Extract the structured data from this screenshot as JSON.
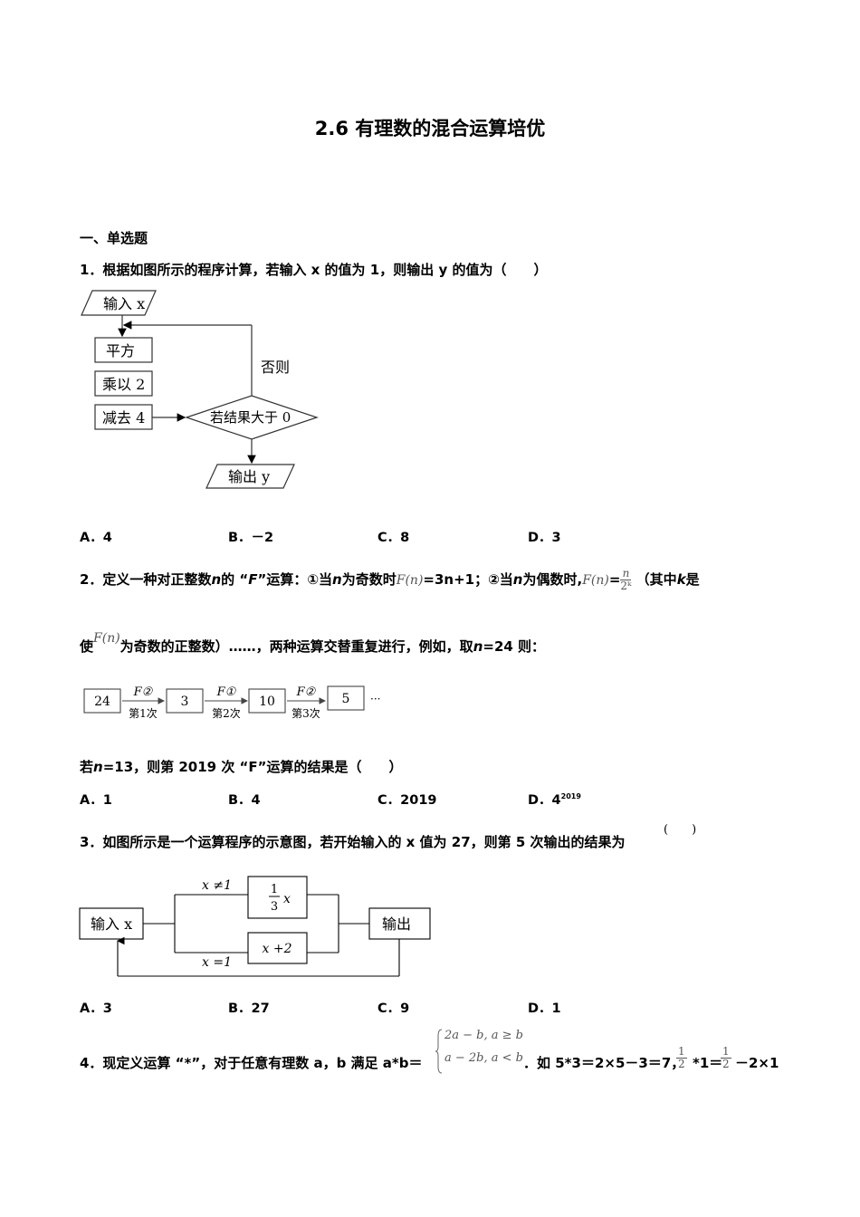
{
  "title": "2.6 有理数的混合运算培优",
  "section": "一、单选题",
  "q1": {
    "stem": "1．根据如图所示的程序计算，若输入 x 的值为 1，则输出 y 的值为（　　）",
    "flow": {
      "input": "输入 x",
      "step1": "平方",
      "step2": "乘以 2",
      "step3": "减去 4",
      "decision": "若结果大于 0",
      "else_label": "否则",
      "output": "输出 y"
    },
    "options": [
      "A．4",
      "B．－2",
      "C．8",
      "D．3"
    ]
  },
  "q2": {
    "line1_a": "2．定义一种对正整数",
    "n": "n",
    "line1_b": "的 “",
    "F": "F",
    "line1_c": "”运算：①当",
    "line1_d": "为奇数时",
    "fn_label": "F(n)",
    "odd_rule": "=3n+1；②当",
    "line1_e": "为偶数时,",
    "eq": "=",
    "frac_num": "n",
    "frac_den": "2ᵏ",
    "line1_f": "（其中",
    "k": "k",
    "line1_g": "是",
    "line2_a": "使",
    "line2_b": "为奇数的正整数）……，两种运算交替重复进行，例如，取",
    "line2_c": "=24 则：",
    "chain": {
      "boxes": [
        "24",
        "3",
        "10",
        "5"
      ],
      "ops": [
        "F②",
        "F①",
        "F②"
      ],
      "steps": [
        "第1次",
        "第2次",
        "第3次"
      ],
      "ellipsis": "···"
    },
    "sub_a": "若",
    "sub_b": "=13，则第 2019 次 “F”运算的结果是（　　）",
    "options": [
      "A．1",
      "B．4",
      "C．2019",
      "D．4"
    ],
    "option_d_sup": "2019"
  },
  "q3": {
    "stem": "3．如图所示是一个运算程序的示意图，若开始输入的 x 值为 27，则第 5 次输出的结果为",
    "paren": "(　　)",
    "flow": {
      "input": "输入 x",
      "cond_top": "x ≠1",
      "cond_bottom": "x =1",
      "op_top_num": "1",
      "op_top_den": "3",
      "op_top_var": "x",
      "op_bottom": "x +2",
      "output": "输出"
    },
    "options": [
      "A．3",
      "B．27",
      "C．9",
      "D．1"
    ]
  },
  "q4": {
    "stem_a": "4．现定义运算 “*”，对于任意有理数 a，b 满足 a*b＝",
    "case1": "2a − b, a ≥ b",
    "case2": "a − 2b, a < b",
    "stem_b": "．如 5*3＝2×5－3＝7，",
    "half": "1",
    "half_den": "2",
    "stem_c": "*1＝",
    "stem_d": "－2×1"
  }
}
